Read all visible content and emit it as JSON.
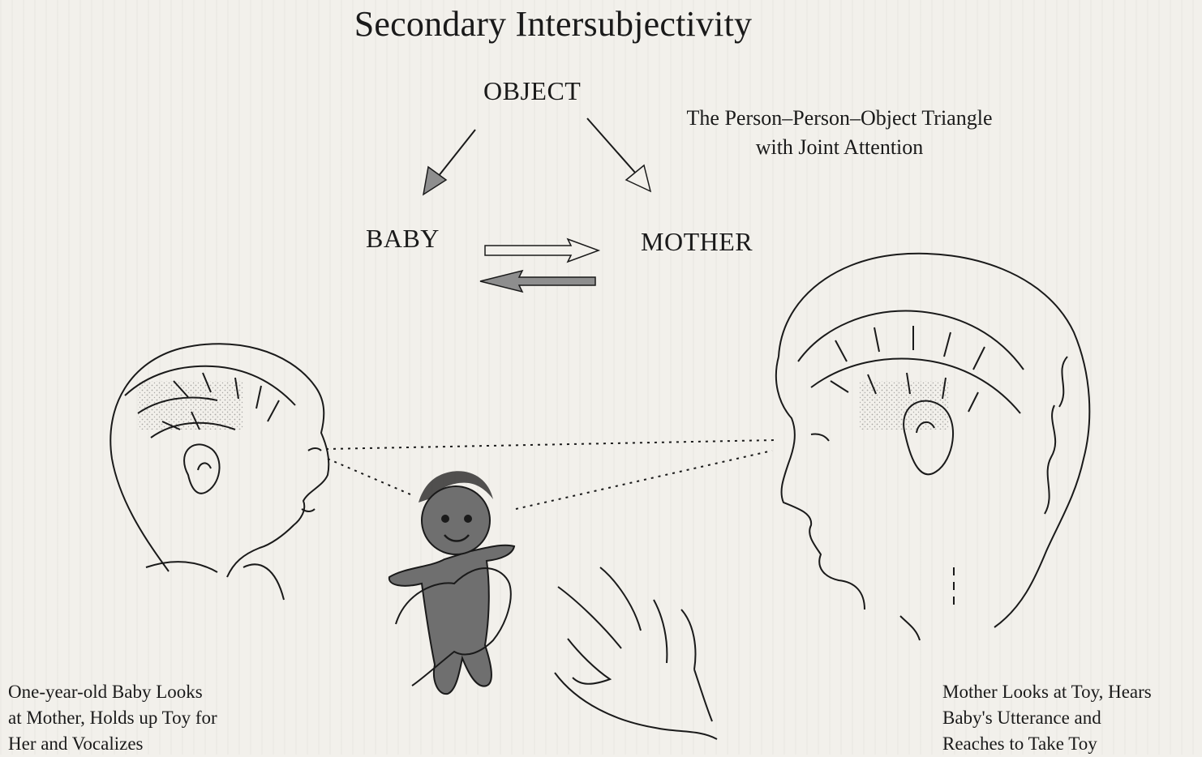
{
  "diagram": {
    "title": "Secondary Intersubjectivity",
    "subtitle_lines": [
      "The Person–Person–Object Triangle",
      "with Joint Attention"
    ],
    "nodes": {
      "object": "OBJECT",
      "baby": "BABY",
      "mother": "MOTHER"
    },
    "caption_left_lines": [
      "One-year-old Baby Looks",
      "at Mother, Holds up Toy for",
      "Her and Vocalizes"
    ],
    "caption_right_lines": [
      "Mother Looks at Toy, Hears",
      "Baby's Utterance and",
      "Reaches to Take Toy"
    ],
    "colors": {
      "ink": "#1a1a1a",
      "paper": "#f2f0eb",
      "arrow_fill": "#8e8e8e",
      "toy_fill": "#6f6f6f"
    }
  }
}
